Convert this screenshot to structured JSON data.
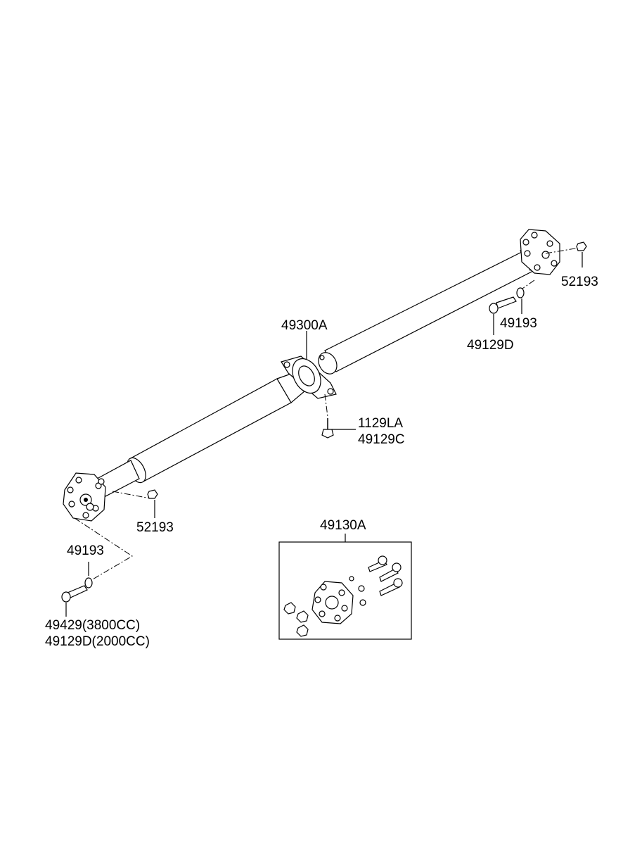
{
  "labels": {
    "center_bearing": "49300A",
    "bracket_bolt_1": "1129LA",
    "bracket_bolt_2": "49129C",
    "nut_rear": "52193",
    "washer_rear": "49193",
    "bolt_rear": "49129D",
    "nut_front": "52193",
    "washer_front": "49193",
    "bolt_front_1": "49429(3800CC)",
    "bolt_front_2": "49129D(2000CC)",
    "coupling_kit": "49130A"
  }
}
